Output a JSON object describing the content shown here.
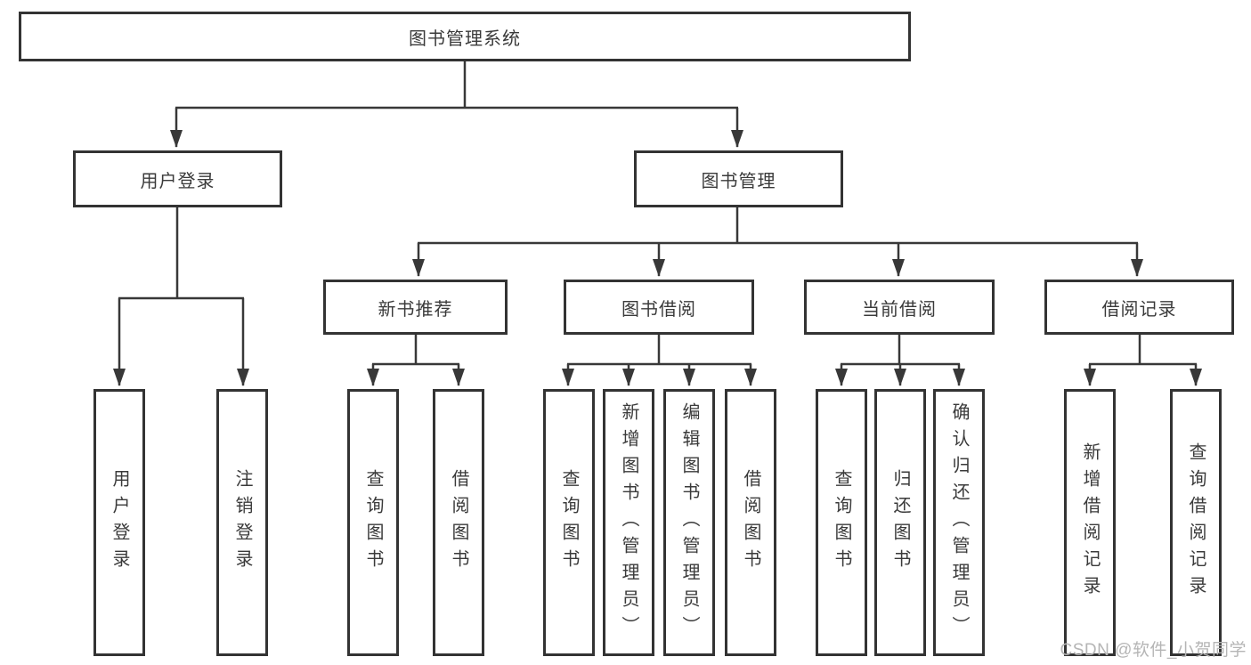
{
  "diagram": {
    "root": {
      "label": "图书管理系统"
    },
    "branches": [
      {
        "label": "用户登录",
        "children": [
          {
            "label": "用户登录"
          },
          {
            "label": "注销登录"
          }
        ]
      },
      {
        "label": "图书管理",
        "children": [
          {
            "label": "新书推荐",
            "children": [
              {
                "label": "查询图书"
              },
              {
                "label": "借阅图书"
              }
            ]
          },
          {
            "label": "图书借阅",
            "children": [
              {
                "label": "查询图书"
              },
              {
                "label": "新增图书（管理员）"
              },
              {
                "label": "编辑图书（管理员）"
              },
              {
                "label": "借阅图书"
              }
            ]
          },
          {
            "label": "当前借阅",
            "children": [
              {
                "label": "查询图书"
              },
              {
                "label": "归还图书"
              },
              {
                "label": "确认归还（管理员）"
              }
            ]
          },
          {
            "label": "借阅记录",
            "children": [
              {
                "label": "新增借阅记录"
              },
              {
                "label": "查询借阅记录"
              }
            ]
          }
        ]
      }
    ]
  },
  "watermark": {
    "text": "CSDN @软件_小贺同学"
  },
  "colors": {
    "line": "#383838",
    "box_border": "#333333",
    "box_background": "#ffffff",
    "text": "#3a3a3a",
    "watermark": "#b5b5b5",
    "page_background": "#ffffff"
  }
}
